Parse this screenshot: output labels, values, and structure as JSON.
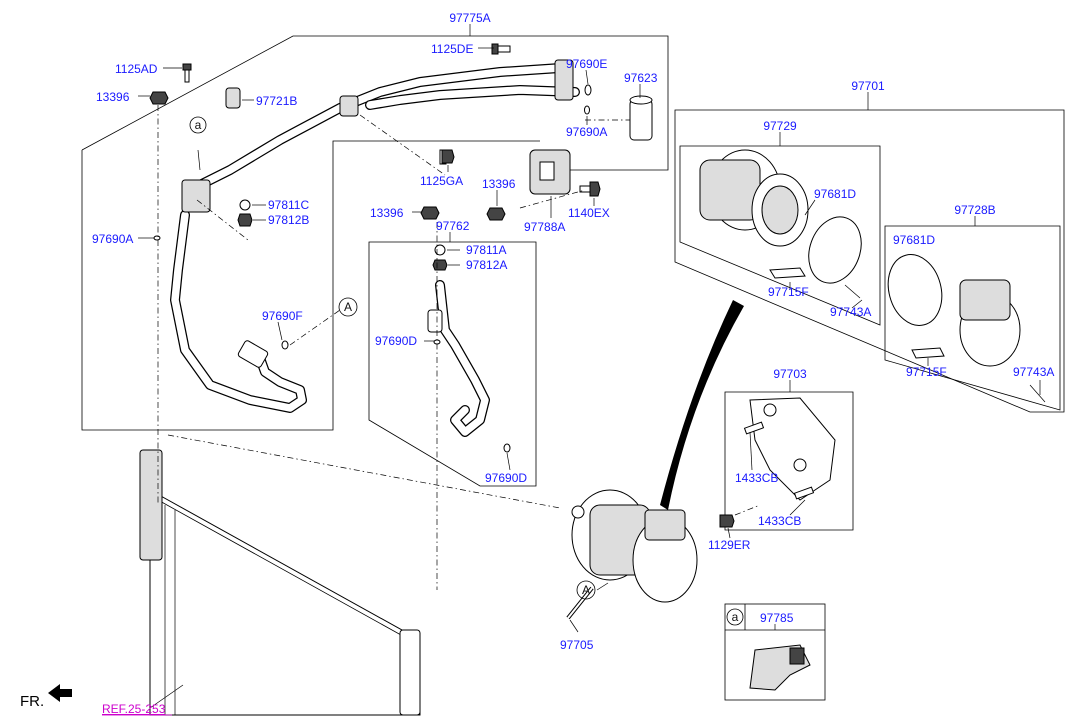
{
  "labels": {
    "p97775A": "97775A",
    "p1125DE": "1125DE",
    "p97690E": "97690E",
    "p97623": "97623",
    "p97690A_top": "97690A",
    "p1125AD": "1125AD",
    "p13396_left": "13396",
    "p97721B": "97721B",
    "p97811C": "97811C",
    "p97812B": "97812B",
    "p97690A_left": "97690A",
    "p97690F": "97690F",
    "p1125GA": "1125GA",
    "p13396_mid": "13396",
    "p1140EX": "1140EX",
    "p97788A": "97788A",
    "p13396_center": "13396",
    "p97762": "97762",
    "p97811A": "97811A",
    "p97812A": "97812A",
    "p97690D_top": "97690D",
    "p97690D_bot": "97690D",
    "p97701": "97701",
    "p97729": "97729",
    "p97681D_a": "97681D",
    "p97715F_a": "97715F",
    "p97743A_a": "97743A",
    "p97728B": "97728B",
    "p97681D_b": "97681D",
    "p97715F_b": "97715F",
    "p97743A_b": "97743A",
    "p97703": "97703",
    "p1433CB_a": "1433CB",
    "p1433CB_b": "1433CB",
    "p1129ER": "1129ER",
    "p97705": "97705",
    "p97785": "97785"
  },
  "callouts": {
    "a_top": "a",
    "a_box": "a",
    "A_left": "A",
    "A_bottom": "A"
  },
  "footer": {
    "front": "FR.",
    "reference": "REF.25-253"
  },
  "colors": {
    "part_number": "#1a1aff",
    "reference_link": "#cc00cc",
    "line": "#000000"
  }
}
